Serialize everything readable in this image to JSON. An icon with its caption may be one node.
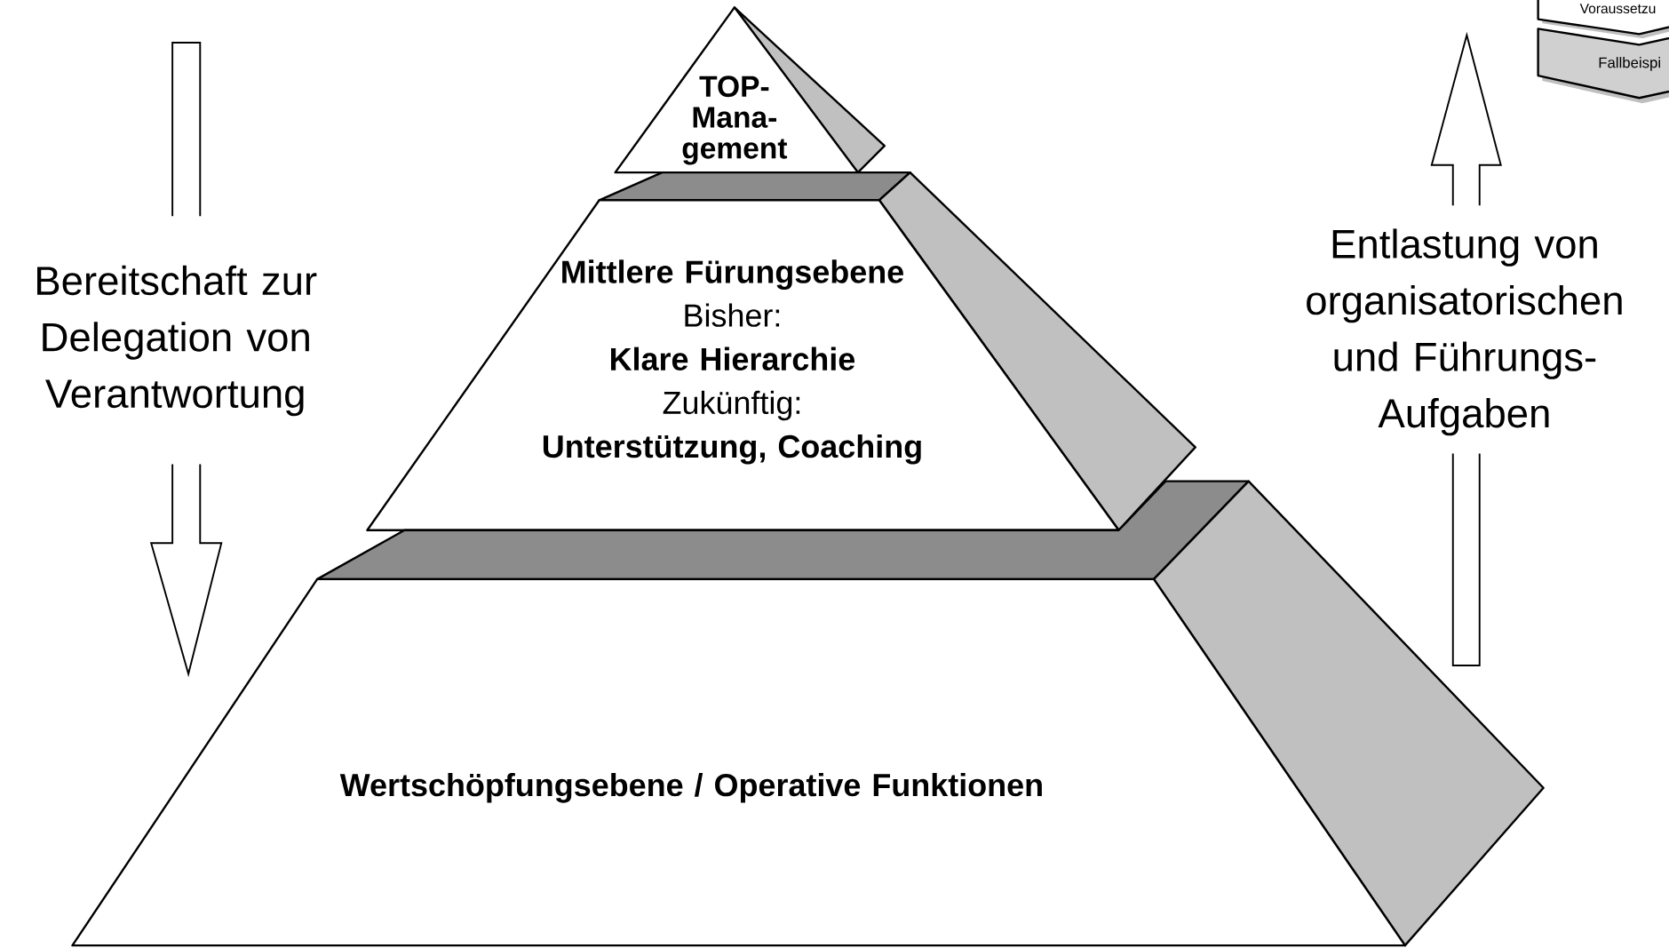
{
  "diagram": {
    "nodes": [
      {
        "text": [
          "TOP- Mana- gement"
        ]
      },
      {
        "text": [
          "Mittlere Fürungsebene",
          "Bisher:",
          "Klare Hierarchie",
          "Zukünftig:",
          "Unterstützung, Coaching"
        ]
      },
      {
        "text": [
          "Wertschöpfungsebene  /  Operative Funktionen"
        ]
      },
      {
        "text": [
          "Voraussetzu"
        ]
      },
      {
        "text": [
          "Fallbeispi"
        ]
      }
    ],
    "labels": [
      "Bereitschaft zur Delegation von Verantwortung",
      "Entlastung von organisatorischen und Führungs- Aufgaben"
    ]
  }
}
